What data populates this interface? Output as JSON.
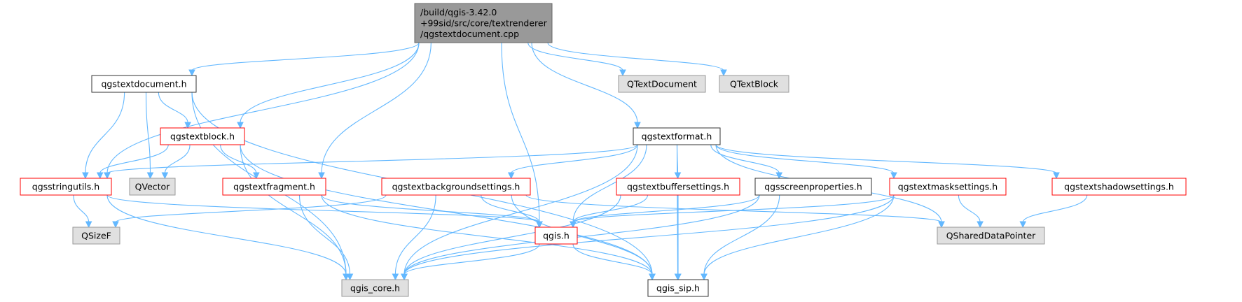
{
  "graph": {
    "colors": {
      "root_fill": "#999999",
      "root_stroke": "#666666",
      "normal_fill": "#ffffff",
      "normal_stroke": "#333333",
      "red_fill": "#ffffff",
      "red_stroke": "#ff0000",
      "external_fill": "#e0e0e0",
      "external_stroke": "#999999",
      "edge": "#63b8ff"
    },
    "nodes": [
      {
        "id": "root",
        "style": "root",
        "lines": [
          "/build/qgis-3.42.0",
          "+99sid/src/core/textrenderer",
          "/qgstextdocument.cpp"
        ]
      },
      {
        "id": "qgstextdocument",
        "style": "normal",
        "lines": [
          "qgstextdocument.h"
        ]
      },
      {
        "id": "qtextdocument",
        "style": "external",
        "lines": [
          "QTextDocument"
        ]
      },
      {
        "id": "qtextblock",
        "style": "external",
        "lines": [
          "QTextBlock"
        ]
      },
      {
        "id": "qgstextformat",
        "style": "normal",
        "lines": [
          "qgstextformat.h"
        ]
      },
      {
        "id": "qgstextblock",
        "style": "red",
        "lines": [
          "qgstextblock.h"
        ]
      },
      {
        "id": "qgsstringutils",
        "style": "red",
        "lines": [
          "qgsstringutils.h"
        ]
      },
      {
        "id": "qvector",
        "style": "external",
        "lines": [
          "QVector"
        ]
      },
      {
        "id": "qgstextfragment",
        "style": "red",
        "lines": [
          "qgstextfragment.h"
        ]
      },
      {
        "id": "qgstextbackgroundsettings",
        "style": "red",
        "lines": [
          "qgstextbackgroundsettings.h"
        ]
      },
      {
        "id": "qgstextbuffersettings",
        "style": "red",
        "lines": [
          "qgstextbuffersettings.h"
        ]
      },
      {
        "id": "qgsscreenproperties",
        "style": "normal",
        "lines": [
          "qgsscreenproperties.h"
        ]
      },
      {
        "id": "qgstextmasksettings",
        "style": "red",
        "lines": [
          "qgstextmasksettings.h"
        ]
      },
      {
        "id": "qgstextshadowsettings",
        "style": "red",
        "lines": [
          "qgstextshadowsettings.h"
        ]
      },
      {
        "id": "qsizef",
        "style": "external",
        "lines": [
          "QSizeF"
        ]
      },
      {
        "id": "qgis",
        "style": "red",
        "lines": [
          "qgis.h"
        ]
      },
      {
        "id": "qshareddatapointer",
        "style": "external",
        "lines": [
          "QSharedDataPointer"
        ]
      },
      {
        "id": "qgis_core",
        "style": "external",
        "lines": [
          "qgis_core.h"
        ]
      },
      {
        "id": "qgis_sip",
        "style": "normal",
        "lines": [
          "qgis_sip.h"
        ]
      }
    ],
    "edges": [
      [
        "root",
        "qgstextdocument"
      ],
      [
        "root",
        "qtextdocument"
      ],
      [
        "root",
        "qtextblock"
      ],
      [
        "root",
        "qgstextformat"
      ],
      [
        "root",
        "qgstextblock"
      ],
      [
        "root",
        "qgsstringutils"
      ],
      [
        "root",
        "qgstextfragment"
      ],
      [
        "root",
        "qgis"
      ],
      [
        "qgstextdocument",
        "qgstextblock"
      ],
      [
        "qgstextdocument",
        "qgsstringutils"
      ],
      [
        "qgstextdocument",
        "qvector"
      ],
      [
        "qgstextdocument",
        "qgis_core"
      ],
      [
        "qgstextdocument",
        "qgis_sip"
      ],
      [
        "qgstextblock",
        "qgsstringutils"
      ],
      [
        "qgstextblock",
        "qvector"
      ],
      [
        "qgstextblock",
        "qgstextfragment"
      ],
      [
        "qgstextblock",
        "qgis_core"
      ],
      [
        "qgstextblock",
        "qgis_sip"
      ],
      [
        "qgsstringutils",
        "qgis"
      ],
      [
        "qgsstringutils",
        "qgis_core"
      ],
      [
        "qgsstringutils",
        "qsizef"
      ],
      [
        "qgstextfragment",
        "qgis"
      ],
      [
        "qgstextfragment",
        "qgis_core"
      ],
      [
        "qgstextfragment",
        "qgis_sip"
      ],
      [
        "qgstextformat",
        "qgsstringutils"
      ],
      [
        "qgstextformat",
        "qgstextbackgroundsettings"
      ],
      [
        "qgstextformat",
        "qgstextbuffersettings"
      ],
      [
        "qgstextformat",
        "qgsscreenproperties"
      ],
      [
        "qgstextformat",
        "qgstextmasksettings"
      ],
      [
        "qgstextformat",
        "qgstextshadowsettings"
      ],
      [
        "qgstextformat",
        "qgis"
      ],
      [
        "qgstextformat",
        "qshareddatapointer"
      ],
      [
        "qgstextformat",
        "qgis_core"
      ],
      [
        "qgstextformat",
        "qgis_sip"
      ],
      [
        "qgstextbackgroundsettings",
        "qsizef"
      ],
      [
        "qgstextbackgroundsettings",
        "qgis"
      ],
      [
        "qgstextbackgroundsettings",
        "qshareddatapointer"
      ],
      [
        "qgstextbackgroundsettings",
        "qgis_core"
      ],
      [
        "qgstextbackgroundsettings",
        "qgis_sip"
      ],
      [
        "qgstextbuffersettings",
        "qgis"
      ],
      [
        "qgstextbuffersettings",
        "qgis_core"
      ],
      [
        "qgstextbuffersettings",
        "qgis_sip"
      ],
      [
        "qgsscreenproperties",
        "qgis"
      ],
      [
        "qgsscreenproperties",
        "qgis_core"
      ],
      [
        "qgsscreenproperties",
        "qgis_sip"
      ],
      [
        "qgstextmasksettings",
        "qgis"
      ],
      [
        "qgstextmasksettings",
        "qshareddatapointer"
      ],
      [
        "qgstextmasksettings",
        "qgis_core"
      ],
      [
        "qgstextmasksettings",
        "qgis_sip"
      ],
      [
        "qgstextshadowsettings",
        "qshareddatapointer"
      ],
      [
        "qgis",
        "qgis_core"
      ],
      [
        "qgis",
        "qgis_sip"
      ]
    ]
  }
}
